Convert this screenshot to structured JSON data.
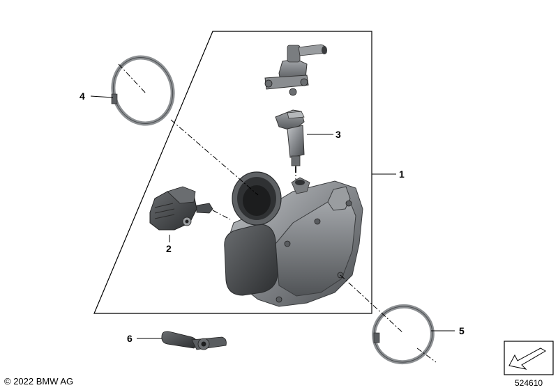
{
  "callouts": {
    "c1": "1",
    "c2": "2",
    "c3": "3",
    "c4": "4",
    "c5": "5",
    "c6": "6"
  },
  "footer": {
    "copyright": "© 2022 BMW AG",
    "diagram_number": "524610"
  },
  "colors": {
    "part_body": "#7c7f83",
    "part_dark": "#3f4245",
    "part_light": "#b7babd",
    "line": "#000000"
  }
}
